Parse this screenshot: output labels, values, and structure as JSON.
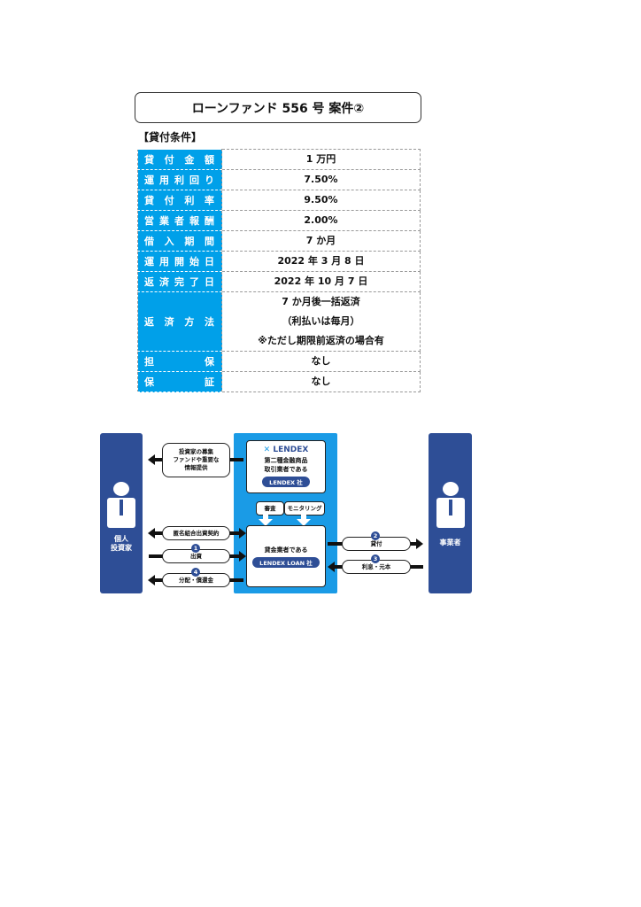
{
  "title": "ローンファンド 556 号 案件②",
  "section": "【貸付条件】",
  "rows": [
    {
      "label": "貸付金額",
      "value": [
        "1 万円"
      ]
    },
    {
      "label": "運用利回り",
      "value": [
        "7.50%"
      ]
    },
    {
      "label": "貸付利率",
      "value": [
        "9.50%"
      ]
    },
    {
      "label": "営業者報酬",
      "value": [
        "2.00%"
      ]
    },
    {
      "label": "借入期間",
      "value": [
        "7 か月"
      ]
    },
    {
      "label": "運用開始日",
      "value": [
        "2022 年 3 月 8 日"
      ]
    },
    {
      "label": "返済完了日",
      "value": [
        "2022 年 10 月 7 日"
      ]
    },
    {
      "label": "返済方法",
      "value": [
        "7 か月後一括返済",
        "（利払いは毎月）",
        "※ただし期限前返済の場合有"
      ]
    },
    {
      "label": "担保",
      "value": [
        "なし"
      ]
    },
    {
      "label": "保証",
      "value": [
        "なし"
      ]
    }
  ],
  "diagram": {
    "investor": [
      "個人",
      "投資家"
    ],
    "business": "事業者",
    "lendex_logo": "LENDEX",
    "lendex_desc": [
      "第二種金融商品",
      "取引業者である"
    ],
    "lendex_pill": "LENDEX 社",
    "screening": "審査",
    "monitoring": "モニタリング",
    "loan_desc": "貸金業者である",
    "loan_pill": "LENDEX LOAN 社",
    "info": [
      "投資家の募集",
      "ファンドや重要な",
      "情報提供"
    ],
    "contract": "匿名組合出資契約",
    "invest": "出資",
    "invest_no": "1",
    "lend": "貸付",
    "lend_no": "2",
    "repay": "利息・元本",
    "repay_no": "3",
    "distribute": "分配・償還金",
    "distribute_no": "4"
  }
}
